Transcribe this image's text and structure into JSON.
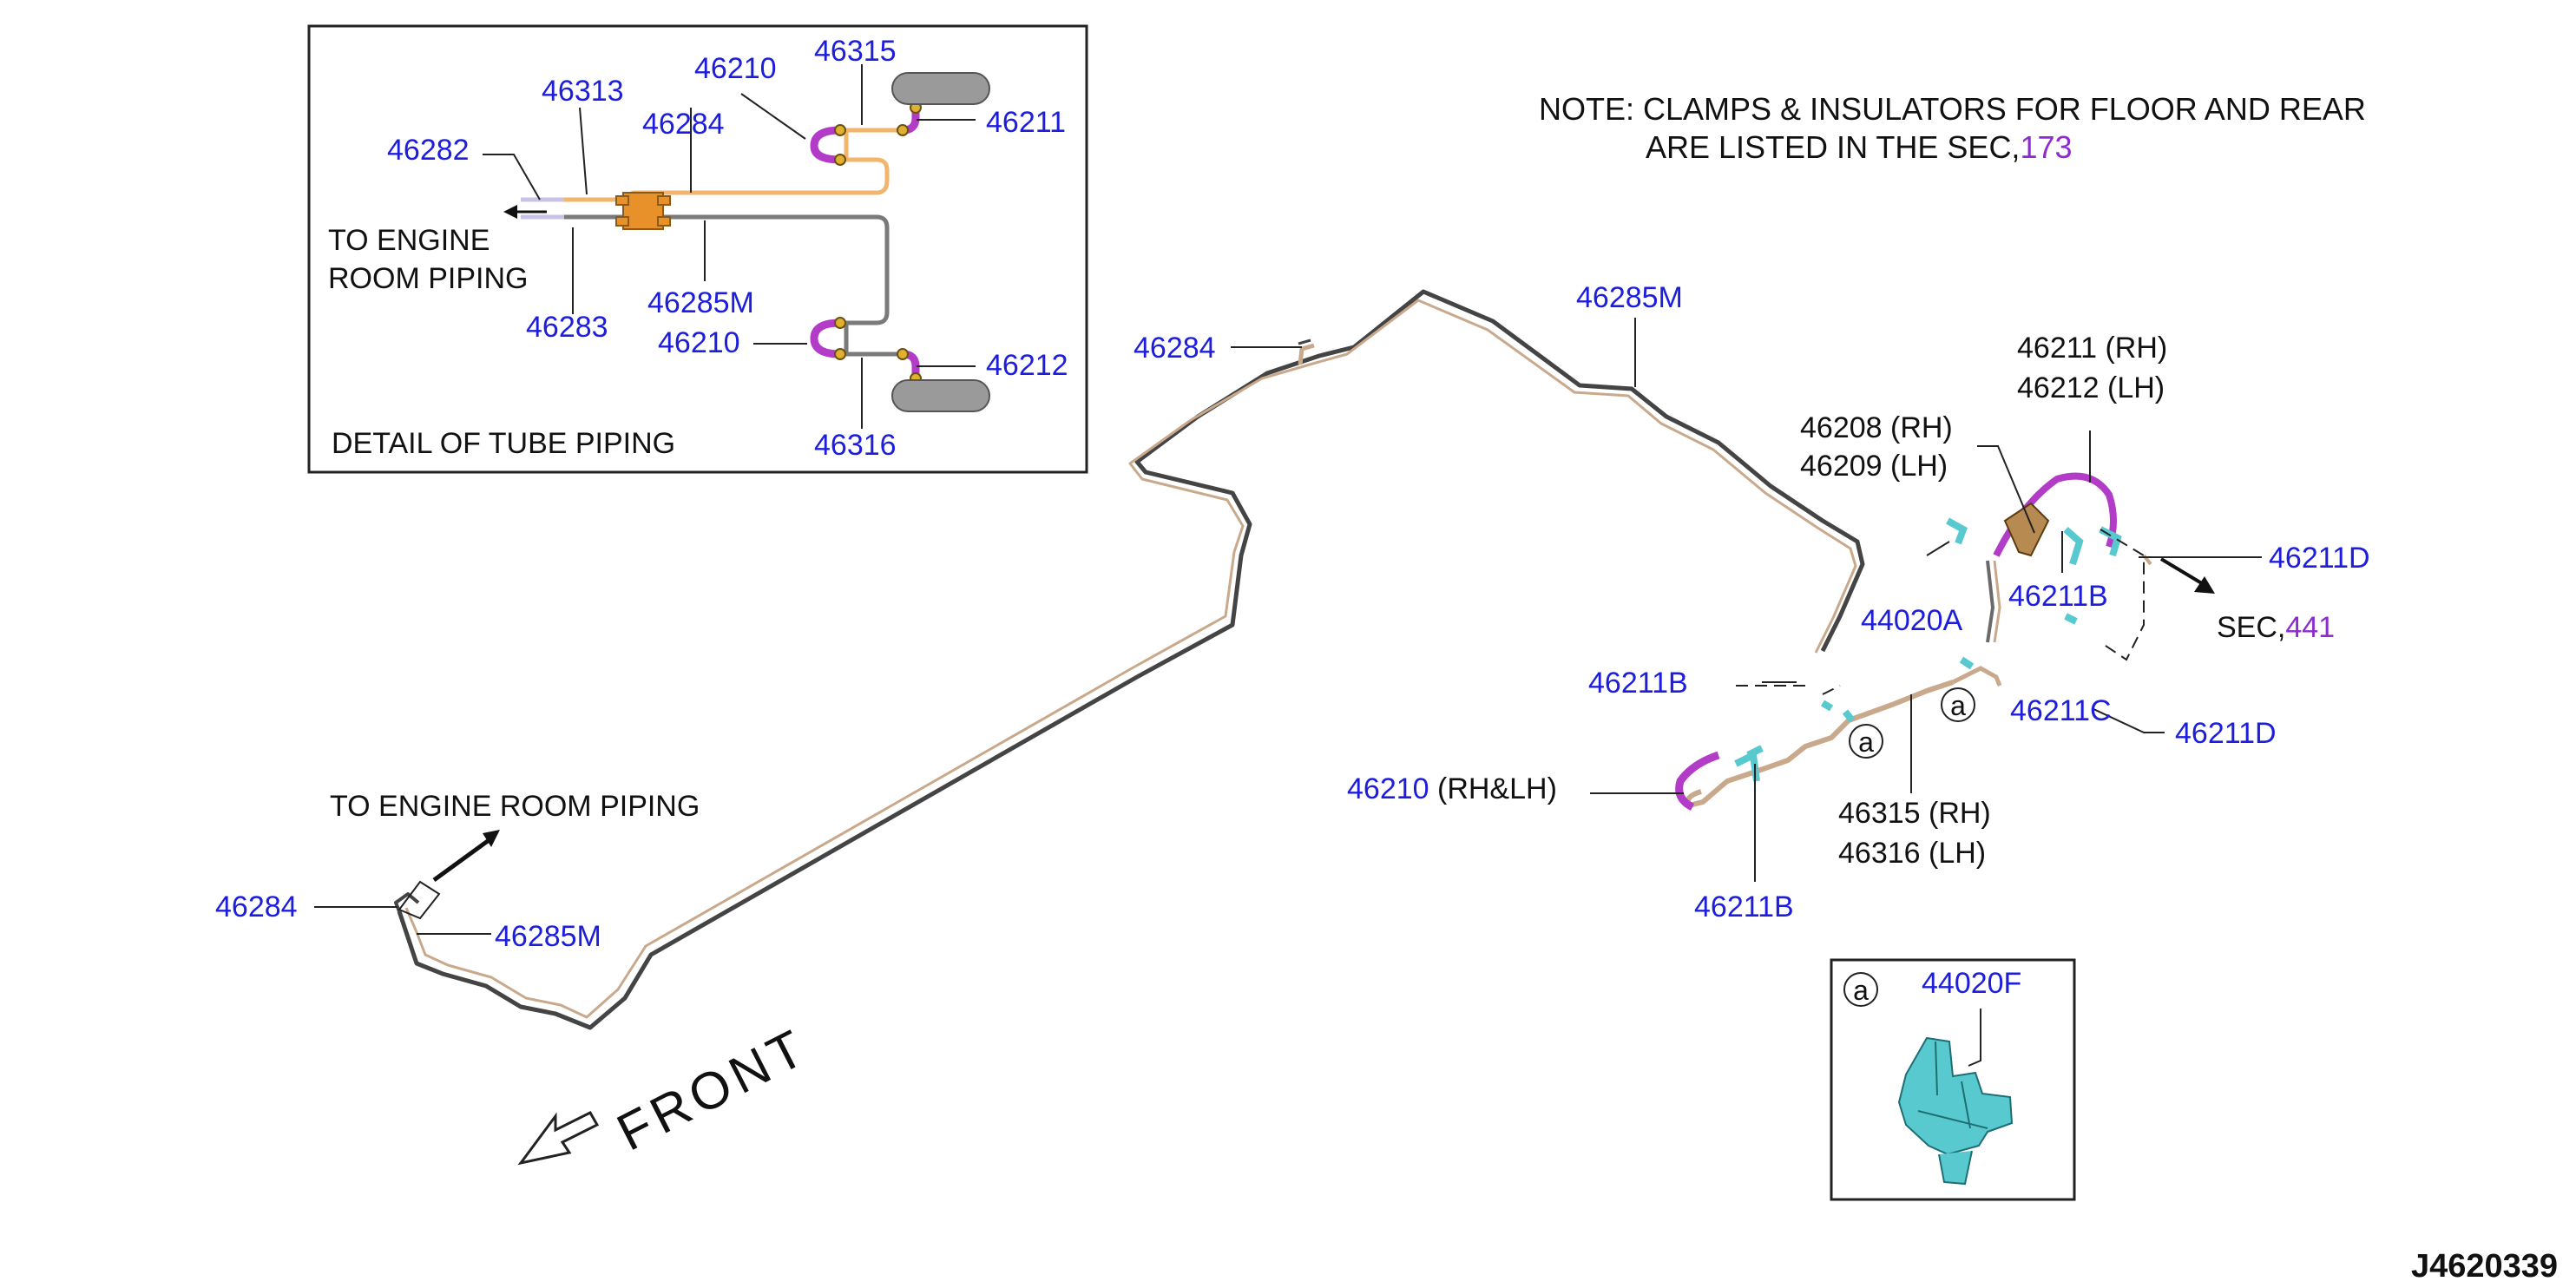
{
  "note": {
    "line1": "NOTE: CLAMPS & INSULATORS FOR FLOOR AND REAR",
    "line2_prefix": "ARE LISTED IN THE SEC,",
    "line2_sec": "173"
  },
  "detail_box": {
    "title": "DETAIL OF TUBE PIPING",
    "engine_label_1": "TO ENGINE",
    "engine_label_2": "ROOM PIPING",
    "parts": {
      "p46282": "46282",
      "p46313": "46313",
      "p46210_top": "46210",
      "p46315": "46315",
      "p46284": "46284",
      "p46211": "46211",
      "p46283": "46283",
      "p46285M": "46285M",
      "p46210_bottom": "46210",
      "p46212": "46212",
      "p46316": "46316"
    }
  },
  "main": {
    "to_engine_room_piping": "TO ENGINE ROOM PIPING",
    "left_46284": "46284",
    "left_46285M": "46285M",
    "top_46284": "46284",
    "top_46285M": "46285M",
    "r_46211_rh": "46211 (RH)",
    "r_46212_lh": "46212 (LH)",
    "r_46208_rh": "46208 (RH)",
    "r_46209_lh": "46209 (LH)",
    "r_46211D_top": "46211D",
    "r_46211B_mid": "46211B",
    "r_44020A": "44020A",
    "r_sec_prefix": "SEC,",
    "r_sec_num": "441",
    "r_46211B_left": "46211B",
    "r_46211C": "46211C",
    "r_46211D_bottom": "46211D",
    "r_46210_part": "46210",
    "r_46210_suffix": "(RH&LH)",
    "r_46315_rh": "46315 (RH)",
    "r_46316_lh": "46316 (LH)",
    "r_46211B_bottom": "46211B",
    "circle_a": "a",
    "front": "FRONT"
  },
  "clip_box": {
    "circle_a": "a",
    "part": "44020F"
  },
  "diagram_code": "J4620339",
  "colors": {
    "part_number": "#1d1dde",
    "section_ref": "#8e2bd0",
    "tube_orange": "#f2b56b",
    "tube_gray": "#7a7a7a",
    "hose_purple": "#b23cc8",
    "connector_orange": "#e8912a",
    "clip_cyan": "#57c9cf"
  }
}
